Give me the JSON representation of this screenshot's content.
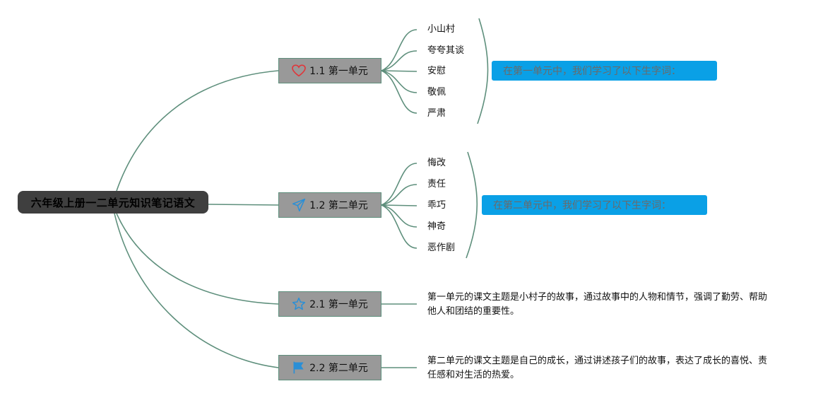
{
  "root": {
    "label": "六年级上册一二单元知识笔记语文"
  },
  "topics": [
    {
      "label": "1.1 第一单元",
      "icon": "heart-icon",
      "leaves": [
        "小山村",
        "夸夸其谈",
        "安慰",
        "敬佩",
        "严肃"
      ],
      "note": "在第一单元中，我们学习了以下生字词："
    },
    {
      "label": "1.2 第二单元",
      "icon": "paper-plane-icon",
      "leaves": [
        "悔改",
        "责任",
        "乖巧",
        "神奇",
        "恶作剧"
      ],
      "note": "在第二单元中，我们学习了以下生字词："
    },
    {
      "label": "2.1 第一单元",
      "icon": "star-icon",
      "description": "第一单元的课文主题是小村子的故事，通过故事中的人物和情节，强调了勤劳、帮助他人和团结的重要性。"
    },
    {
      "label": "2.2 第二单元",
      "icon": "flag-icon",
      "description": "第二单元的课文主题是自己的成长，通过讲述孩子们的故事，表达了成长的喜悦、责任感和对生活的热爱。"
    }
  ],
  "colors": {
    "connector": "#5e8f7c",
    "root_bg": "#3f3f3f",
    "topic_bg": "#999999",
    "callout_bg": "#0aa0e6",
    "heart": "#e0363a",
    "icon_blue": "#2a8fd6"
  }
}
